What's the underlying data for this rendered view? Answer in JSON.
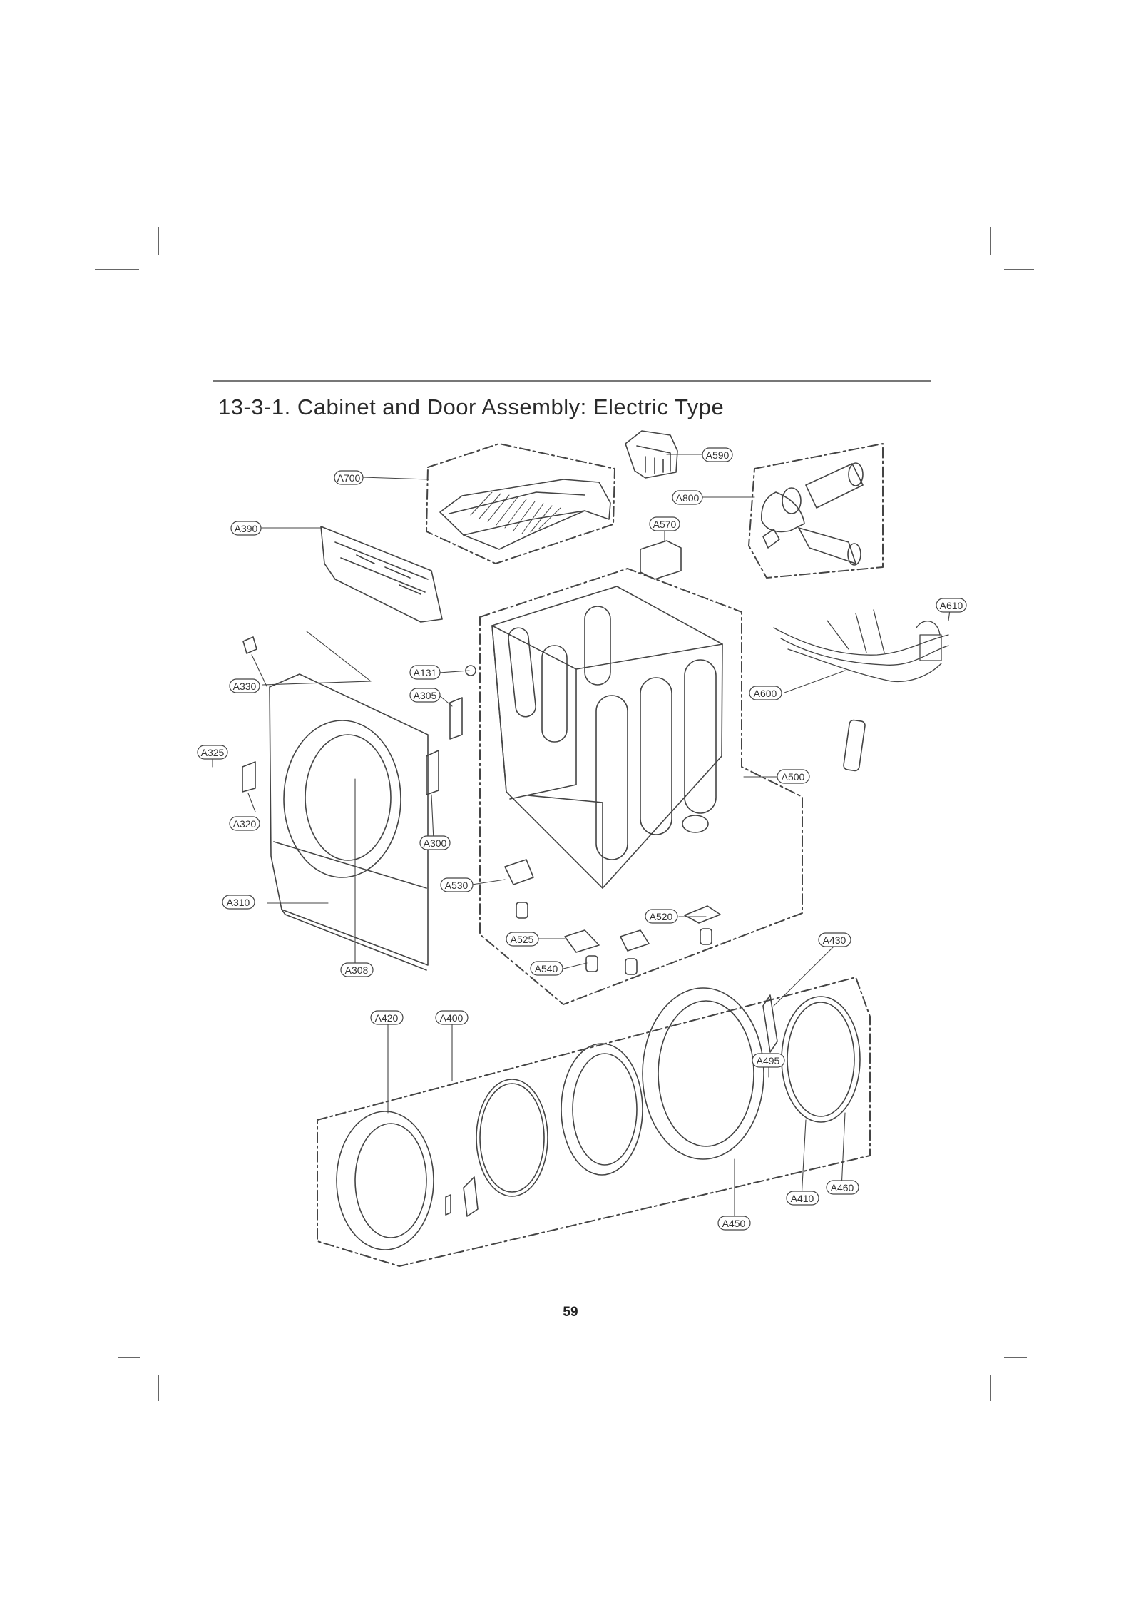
{
  "page": {
    "title": "13-3-1. Cabinet and Door Assembly: Electric Type",
    "page_number": "59"
  },
  "parts": {
    "A700": "A700",
    "A390": "A390",
    "A590": "A590",
    "A800": "A800",
    "A570": "A570",
    "A610": "A610",
    "A330": "A330",
    "A131": "A131",
    "A305": "A305",
    "A600": "A600",
    "A325": "A325",
    "A500": "A500",
    "A320": "A320",
    "A300": "A300",
    "A530": "A530",
    "A310": "A310",
    "A520": "A520",
    "A525": "A525",
    "A430": "A430",
    "A540": "A540",
    "A308": "A308",
    "A420": "A420",
    "A400": "A400",
    "A495": "A495",
    "A460": "A460",
    "A410": "A410",
    "A450": "A450"
  },
  "colors": {
    "line": "#444444",
    "rule": "#777777"
  }
}
